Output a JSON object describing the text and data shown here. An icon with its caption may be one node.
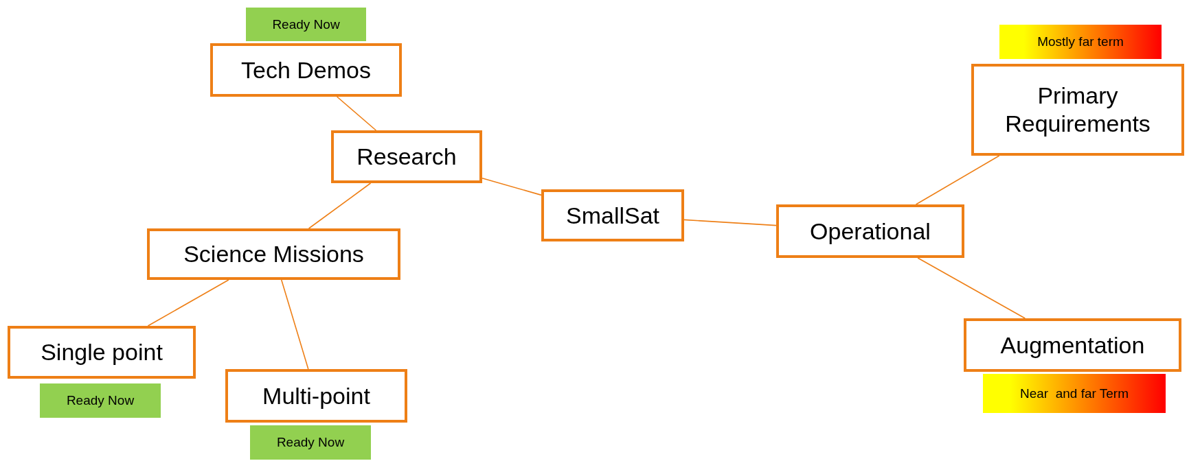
{
  "diagram": {
    "nodes": [
      {
        "text": [
          "Tech Demos"
        ],
        "beside": [
          "Ready Now"
        ]
      },
      {
        "text": [
          "Research"
        ]
      },
      {
        "text": [
          "SmallSat"
        ]
      },
      {
        "text": [
          "Operational"
        ]
      },
      {
        "text": [
          "Primary Requirements"
        ],
        "beside": [
          "Mostly far term"
        ]
      },
      {
        "text": [
          "Science Missions"
        ]
      },
      {
        "text": [
          "Augmentation"
        ],
        "beside": [
          "Near  and far Term"
        ]
      },
      {
        "text": [
          "Single point"
        ],
        "beside": [
          "Ready Now"
        ]
      },
      {
        "text": [
          "Multi-point"
        ],
        "beside": [
          "Ready Now"
        ]
      }
    ],
    "edges": [
      {
        "from": 1,
        "to": 0,
        "arrow": "none"
      },
      {
        "from": 1,
        "to": 2,
        "arrow": "none"
      },
      {
        "from": 1,
        "to": 5,
        "arrow": "none"
      },
      {
        "from": 5,
        "to": 7,
        "arrow": "none"
      },
      {
        "from": 5,
        "to": 8,
        "arrow": "none"
      },
      {
        "from": 2,
        "to": 3,
        "arrow": "none"
      },
      {
        "from": 3,
        "to": 4,
        "arrow": "none"
      },
      {
        "from": 3,
        "to": 6,
        "arrow": "none"
      }
    ]
  }
}
